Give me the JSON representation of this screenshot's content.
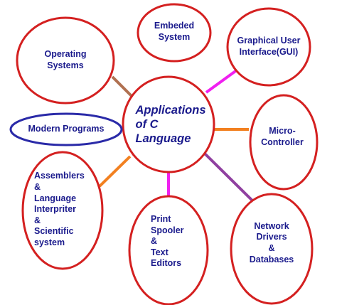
{
  "colors": {
    "center_text": "#1a1a8c",
    "node_text": "#1a1a8c",
    "red_ring": "#d42020",
    "blue_ring": "#2a2aa8",
    "connector_brown": "#b07050",
    "connector_magenta": "#f020f0",
    "connector_orange": "#f28020",
    "connector_purple": "#9040a0"
  },
  "center": {
    "label": "Applications\nof C\nLanguage"
  },
  "nodes": [
    {
      "id": "embeded-system",
      "label": "Embeded\nSystem"
    },
    {
      "id": "gui",
      "label": "Graphical User\nInterface(GUI)"
    },
    {
      "id": "operating-systems",
      "label": "Operating\nSystems"
    },
    {
      "id": "modern-programs",
      "label": "Modern Programs"
    },
    {
      "id": "micro-controller",
      "label": "Micro-\nController"
    },
    {
      "id": "assemblers",
      "label": "Assemblers\n&\nLanguage\nInterpriter\n&\nScientific\nsystem"
    },
    {
      "id": "print-spooler",
      "label": "Print\nSpooler\n&\nText\nEditors"
    },
    {
      "id": "network-drivers",
      "label": "Network\nDrivers\n&\nDatabases"
    }
  ]
}
